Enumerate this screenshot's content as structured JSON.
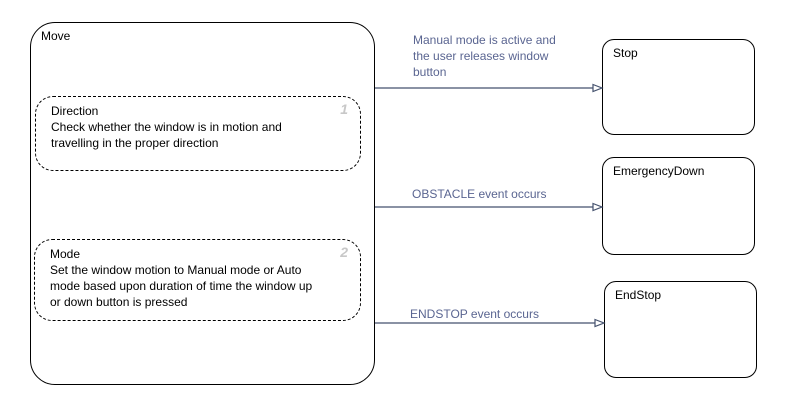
{
  "colors": {
    "background": "#ffffff",
    "state_border": "#000000",
    "state_text": "#000000",
    "transition_line": "#45526e",
    "transition_label_text": "#5a6591",
    "subregion_number": "#c8c8c8"
  },
  "move_state": {
    "title": "Move",
    "subregions": [
      {
        "number": "1",
        "title": "Direction",
        "desc_lines": [
          "Check whether the window is in motion and",
          "travelling in the proper direction"
        ]
      },
      {
        "number": "2",
        "title": "Mode",
        "desc_lines": [
          "Set the window motion to Manual mode or Auto",
          "mode based upon duration of time the window up",
          "or down button is pressed"
        ]
      }
    ]
  },
  "transitions": [
    {
      "target": "Stop",
      "event_lines": [
        "Manual mode is active and",
        "the user releases window",
        "button"
      ]
    },
    {
      "target": "EmergencyDown",
      "event_lines": [
        "OBSTACLE event occurs"
      ]
    },
    {
      "target": "EndStop",
      "event_lines": [
        "ENDSTOP event occurs"
      ]
    }
  ],
  "target_states": [
    {
      "title": "Stop"
    },
    {
      "title": "EmergencyDown"
    },
    {
      "title": "EndStop"
    }
  ]
}
